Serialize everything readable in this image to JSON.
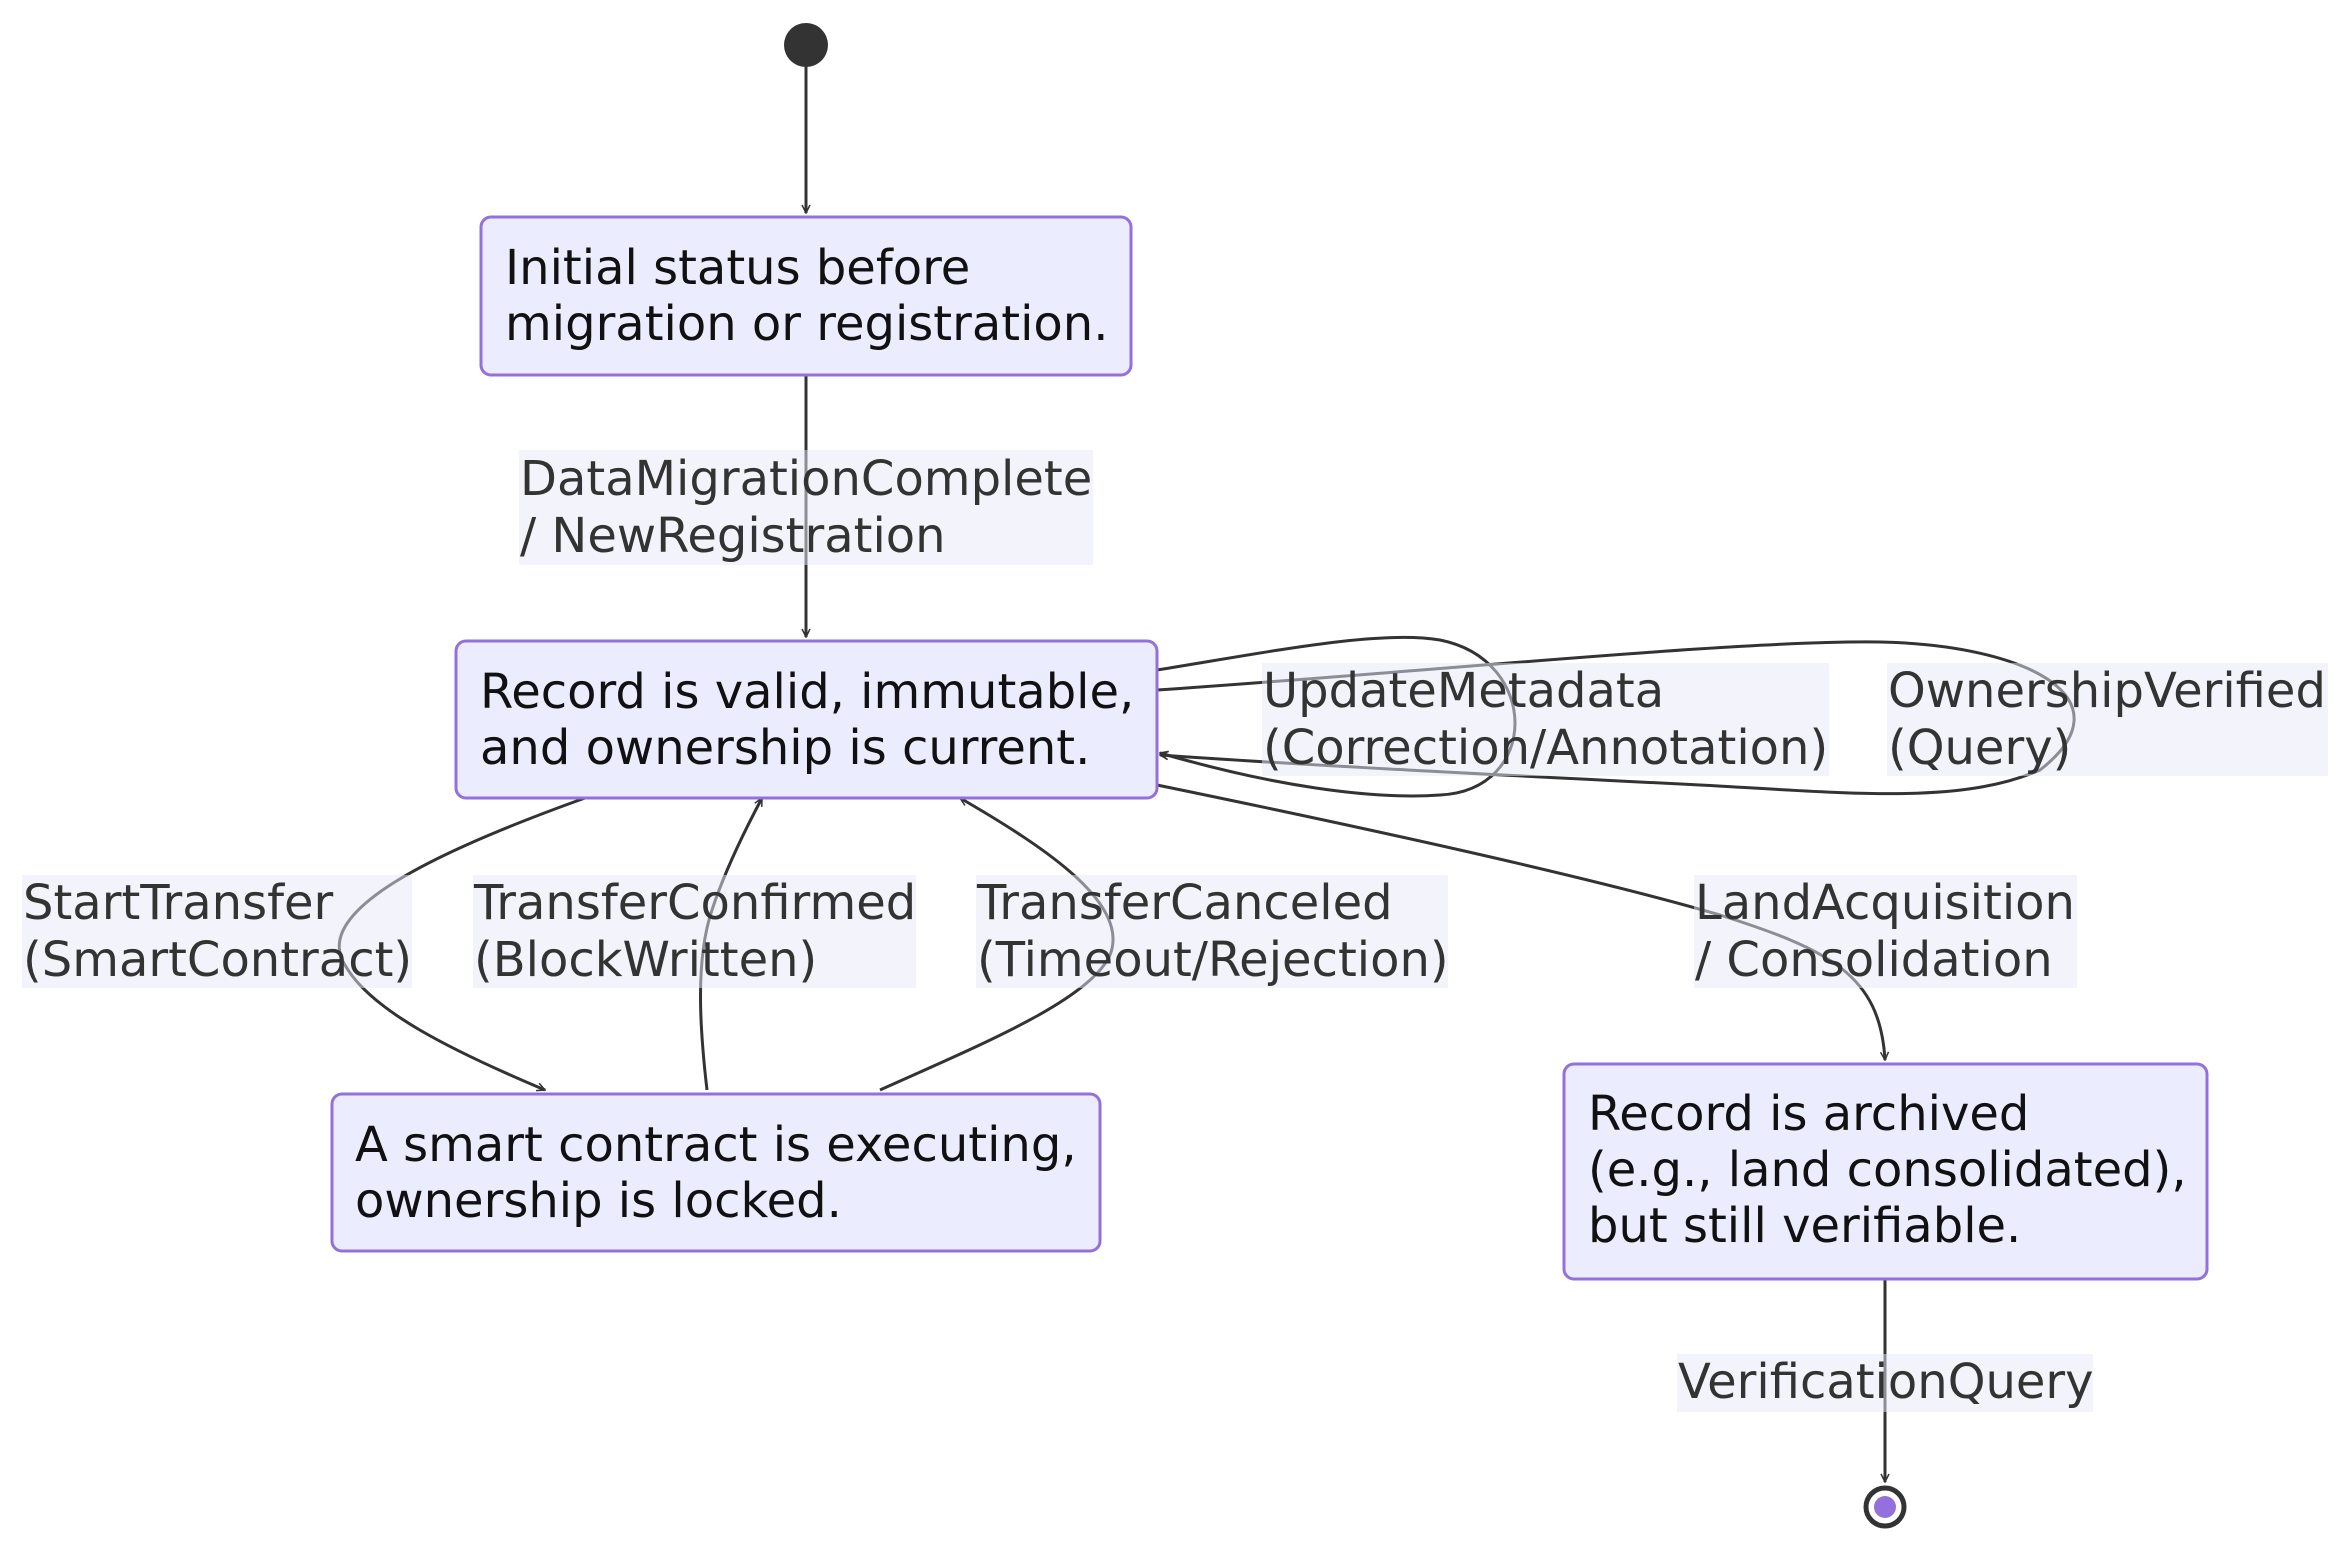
{
  "states": {
    "prerecord": {
      "lines": [
        "Initial status before",
        "migration or registration."
      ]
    },
    "active": {
      "lines": [
        "Record is valid, immutable,",
        "and ownership is current."
      ]
    },
    "transferring": {
      "lines": [
        "A smart contract is executing,",
        "ownership is locked."
      ]
    },
    "archived": {
      "lines": [
        "Record is archived",
        "(e.g., land consolidated),",
        "but still verifiable."
      ]
    }
  },
  "transitions": {
    "migrate": {
      "lines": [
        "DataMigrationComplete",
        "/ NewRegistration"
      ]
    },
    "update_metadata": {
      "lines": [
        "UpdateMetadata",
        "(Correction/Annotation)"
      ]
    },
    "ownership_verified": {
      "lines": [
        "OwnershipVerified",
        "(Query)"
      ]
    },
    "start_transfer": {
      "lines": [
        "StartTransfer",
        "(SmartContract)"
      ]
    },
    "transfer_confirmed": {
      "lines": [
        "TransferConfirmed",
        "(BlockWritten)"
      ]
    },
    "transfer_canceled": {
      "lines": [
        "TransferCanceled",
        "(Timeout/Rejection)"
      ]
    },
    "land_acquisition": {
      "lines": [
        "LandAcquisition",
        "/ Consolidation"
      ]
    },
    "verification_query": {
      "lines": [
        "VerificationQuery"
      ]
    }
  },
  "colors": {
    "state_fill": "#ECECFF",
    "state_stroke": "#9370DB",
    "edge": "#333333",
    "start_node": "#333333",
    "end_node_inner": "#9370DB"
  }
}
